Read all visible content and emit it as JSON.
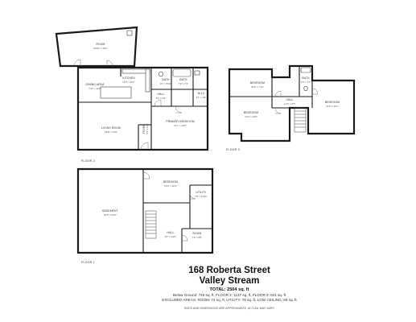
{
  "floors": {
    "floor2": {
      "label": "FLOOR 2",
      "rooms": {
        "room": {
          "name": "ROOM",
          "dims": "20'10\" x 10'0\""
        },
        "kitchen": {
          "name": "KITCHEN",
          "dims": "14'0\" x 11'0\""
        },
        "dining": {
          "name": "DINING AREA",
          "dims": "7'11\" x 11'8\""
        },
        "bath1": {
          "name": "BATH",
          "dims": "4'1\" x 5'10\""
        },
        "bath2": {
          "name": "BATH",
          "dims": "7'2\" x 7'3\""
        },
        "wic": {
          "name": "W.I.C",
          "dims": "6'1\" x 4'8\""
        },
        "hall": {
          "name": "HALL",
          "dims": "4'0\" x 5'8\""
        },
        "foyer": {
          "name": "FOYER",
          "dims": "5'0\" x 11'6\""
        },
        "living": {
          "name": "LIVING ROOM",
          "dims": "19'8\" x 13'6\""
        },
        "primary": {
          "name": "PRIMARY BEDROOM",
          "dims": "13'7\" x 16'6\""
        }
      }
    },
    "floor3": {
      "label": "FLOOR 3",
      "rooms": {
        "bed_top": {
          "name": "BEDROOM",
          "dims": "10'8\" x 7'10\""
        },
        "bed_left": {
          "name": "BEDROOM",
          "dims": "11'0\" x 10'0\""
        },
        "bed_right": {
          "name": "BEDROOM",
          "dims": "11'0\" x 12'1\""
        },
        "hall": {
          "name": "HALL",
          "dims": "11'2\" x 3'7\""
        },
        "bath": {
          "name": "BATH",
          "dims": "4'3\" x 7'0\""
        }
      }
    },
    "floor1": {
      "label": "FLOOR 1",
      "rooms": {
        "basement": {
          "name": "BASEMENT",
          "dims": "20'5\" x 23'6\""
        },
        "bedroom": {
          "name": "BEDROOM",
          "dims": "10'0\" x 11'0\""
        },
        "utility": {
          "name": "UTILITY",
          "dims": "7'8\" x 10'11\""
        },
        "hall": {
          "name": "HALL",
          "dims": "8'7\" x 12'0\""
        },
        "room": {
          "name": "ROOM",
          "dims": "7'8\" x 8'8\""
        }
      }
    }
  },
  "title": {
    "street": "168 Roberta Street",
    "city": "Valley Stream",
    "total": "TOTAL: 2504 sq. ft",
    "line1": "Below Ground: 746 sq. ft, FLOOR 2: 1137 sq. ft, FLOOR 3: 621 sq. ft",
    "line2": "EXCLUDED AREAS: ROOM: 74 sq. ft, UTILITY: 78 sq. ft, LOW CEILING: 85 sq. ft",
    "disclaimer": "SIZES AND DIMENSIONS ARE APPROXIMATE, ACTUAL MAY VARY."
  }
}
